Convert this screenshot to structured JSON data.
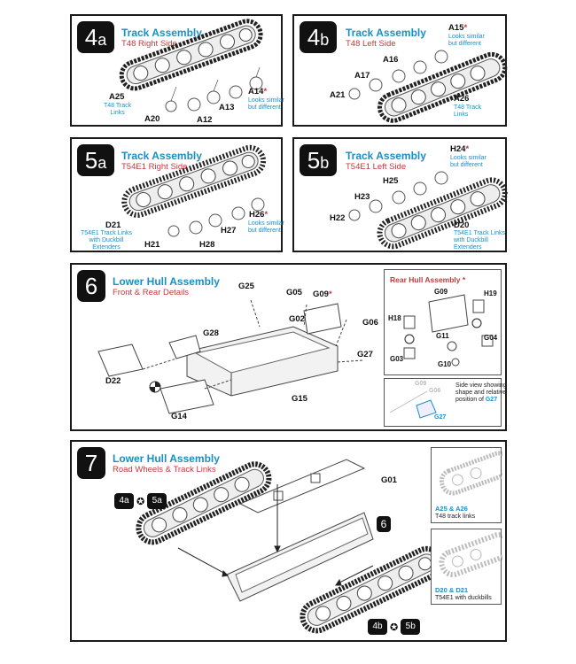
{
  "steps": {
    "s4a": {
      "num": "4",
      "sub": "a",
      "title": "Track Assembly",
      "subtitle": "T48 Right Side",
      "labels": {
        "a25": "A25",
        "a25_note": "T48 Track\nLinks",
        "a20": "A20",
        "a12": "A12",
        "a13": "A13",
        "a14": "A14",
        "a14_note": "Looks similar\nbut different"
      }
    },
    "s4b": {
      "num": "4",
      "sub": "b",
      "title": "Track Assembly",
      "subtitle": "T48 Left Side",
      "labels": {
        "a15": "A15",
        "a15_note": "Looks similar\nbut different",
        "a16": "A16",
        "a17": "A17",
        "a21": "A21",
        "a26": "A26",
        "a26_note": "T48 Track\nLinks"
      }
    },
    "s5a": {
      "num": "5",
      "sub": "a",
      "title": "Track Assembly",
      "subtitle": "T54E1 Right Side",
      "labels": {
        "d21": "D21",
        "d21_note": "T54E1 Track Links\nwith Duckbill\nExtenders",
        "h21": "H21",
        "h28": "H28",
        "h27": "H27",
        "h26": "H26",
        "h26_note": "Looks similar\nbut different"
      }
    },
    "s5b": {
      "num": "5",
      "sub": "b",
      "title": "Track Assembly",
      "subtitle": "T54E1 Left Side",
      "labels": {
        "h24": "H24",
        "h24_note": "Looks similar\nbut different",
        "h25": "H25",
        "h23": "H23",
        "h22": "H22",
        "d20": "D20",
        "d20_note": "T54E1 Track Links\nwith Duckbill\nExtenders"
      }
    },
    "s6": {
      "num": "6",
      "title": "Lower Hull Assembly",
      "subtitle": "Front & Rear Details",
      "labels": {
        "g25": "G25",
        "g05": "G05",
        "g09": "G09",
        "g02": "G02",
        "g06": "G06",
        "g28": "G28",
        "g27": "G27",
        "d22": "D22",
        "g14": "G14",
        "g15": "G15"
      },
      "rear": {
        "title": "Rear Hull Assembly",
        "g09": "G09",
        "h19": "H19",
        "h18": "H18",
        "g11": "G11",
        "g04": "G04",
        "g03": "G03",
        "g10": "G10"
      },
      "side": {
        "note": "Side view showing\nshape and relative\nposition of ",
        "ref": "G27",
        "g09": "G09",
        "g06": "G06",
        "g27": "G27"
      }
    },
    "s7": {
      "num": "7",
      "title": "Lower Hull Assembly",
      "subtitle": "Road Wheels & Track Links",
      "labels": {
        "g01": "G01",
        "ref6": "6"
      },
      "refs_top": [
        "4a",
        "5a"
      ],
      "refs_bottom": [
        "4b",
        "5b"
      ],
      "inset1": {
        "code": "A25 & A26",
        "text": "T48 track links"
      },
      "inset2": {
        "code": "D20 & D21",
        "text": "T54E1 with duckbills"
      }
    }
  },
  "star": "*"
}
